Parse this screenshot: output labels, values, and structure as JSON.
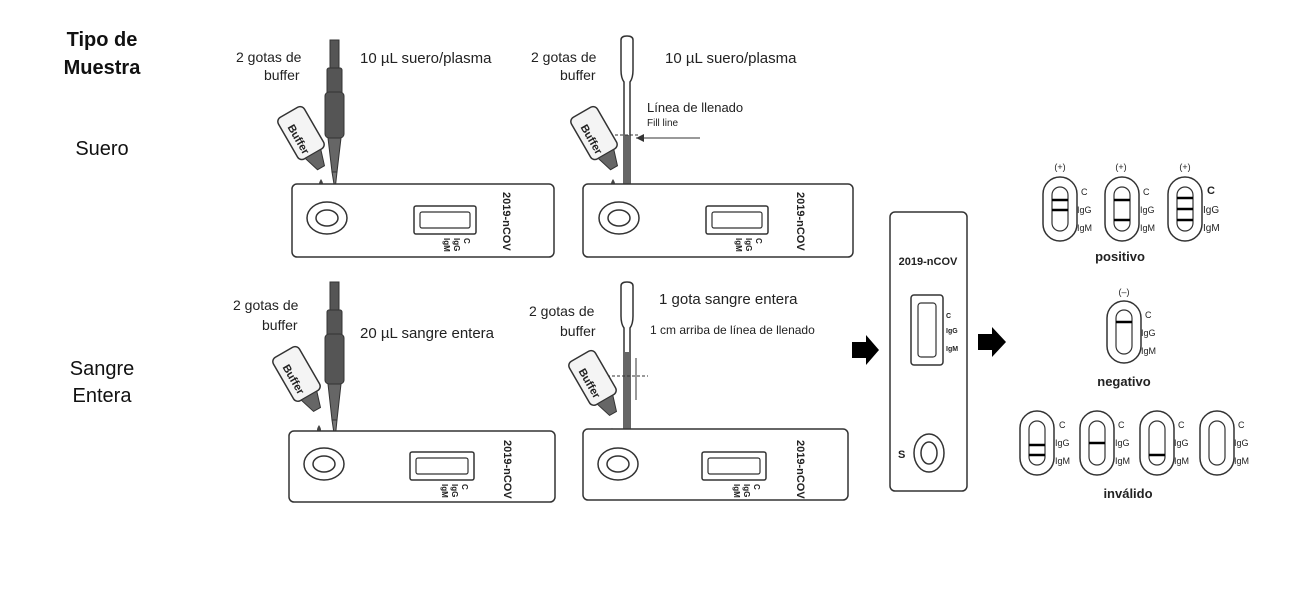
{
  "header": {
    "line1": "Tipo de",
    "line2": "Muestra"
  },
  "rows": {
    "serum": {
      "label": "Suero"
    },
    "whole_blood": {
      "label_line1": "Sangre",
      "label_line2": "Entera"
    }
  },
  "panels": {
    "pipette_serum": {
      "buffer_text_1": "2 gotas de",
      "buffer_text_2": "buffer",
      "volume_text": "10 µL suero/plasma"
    },
    "dropper_serum": {
      "buffer_text_1": "2 gotas de",
      "buffer_text_2": "buffer",
      "volume_text": "10 µL suero/plasma",
      "fill_line_text": "Línea de llenado",
      "fill_line_en": "Fill line"
    },
    "pipette_blood": {
      "buffer_text_1": "2 gotas de",
      "buffer_text_2": "buffer",
      "volume_text": "20 µL sangre entera"
    },
    "dropper_blood": {
      "buffer_text_1": "2 gotas de",
      "buffer_text_2": "buffer",
      "volume_text": "1 gota sangre entera",
      "fill_line_text": "1 cm arriba de línea de llenado"
    }
  },
  "bottle_label": "Buffer",
  "cassette": {
    "name": "2019-nCOV",
    "line_c": "C",
    "line_igg": "IgG",
    "line_igm": "IgM",
    "sample_mark": "S"
  },
  "results": {
    "positive": {
      "label": "positivo",
      "marks": [
        "(+)",
        "(+)",
        "(+)"
      ]
    },
    "negative": {
      "label": "negativo",
      "mark": "(–)"
    },
    "invalid": {
      "label": "inválido"
    },
    "line_labels": [
      "C",
      "IgG",
      "IgM"
    ]
  },
  "colors": {
    "device_stroke": "#333333",
    "pipette_fill": "#555555",
    "background": "#ffffff"
  }
}
